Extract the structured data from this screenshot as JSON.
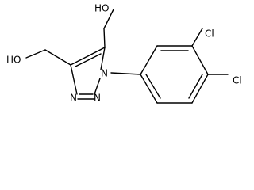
{
  "structure": {
    "labels": {
      "hydroxyl_top": "HO",
      "hydroxyl_left": "HO",
      "ring_nitrogen": "N",
      "nitrogen_bottom_left": "N",
      "nitrogen_bottom_right": "N",
      "chlorine_top": "Cl",
      "chlorine_right": "Cl"
    },
    "colors": {
      "bond": "#000000",
      "label": "#000000",
      "background": "#ffffff"
    }
  }
}
